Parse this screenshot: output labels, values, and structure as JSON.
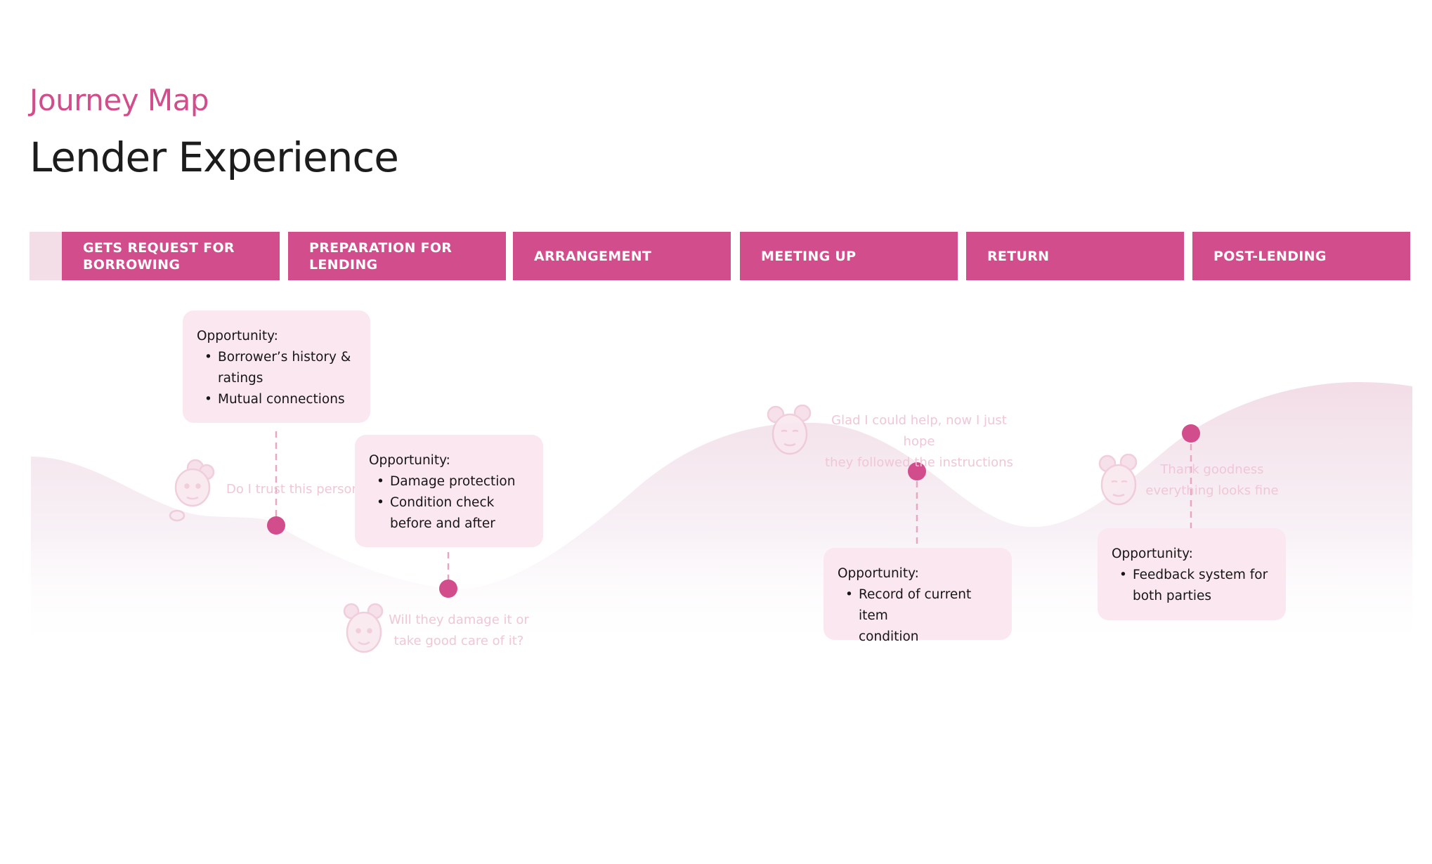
{
  "header": {
    "eyebrow": "Journey Map",
    "title": "Lender Experience"
  },
  "stages": [
    "GETS REQUEST FOR BORROWING",
    "PREPARATION FOR LENDING",
    "ARRANGEMENT",
    "MEETING UP",
    "RETURN",
    "POST-LENDING"
  ],
  "thoughts": {
    "t1": "Do I trust this person?",
    "t2_a": "Will they damage it or",
    "t2_b": "take good care of it?",
    "t3_a": "Glad I could help, now I just hope",
    "t3_b": "they followed the instructions",
    "t4_a": "Thank goodness",
    "t4_b": "everything looks fine"
  },
  "opportunities": {
    "o1": {
      "head": "Opportunity:",
      "items": [
        "Borrower’s history &",
        "ratings",
        "Mutual connections"
      ]
    },
    "o2": {
      "head": "Opportunity:",
      "items": [
        "Damage protection",
        "Condition check",
        "before and after"
      ]
    },
    "o3": {
      "head": "Opportunity:",
      "items": [
        "Record of current item",
        "condition"
      ]
    },
    "o4": {
      "head": "Opportunity:",
      "items": [
        "Feedback system for",
        "both parties"
      ]
    }
  },
  "colors": {
    "accent": "#d14d8c",
    "stage_lead": "#f3dde6",
    "card_bg": "#fbe7ef",
    "thought_text": "#efc7d7"
  },
  "icons": {
    "persona_faces": "face-icon",
    "touchpoint": "touchpoint-dot"
  }
}
